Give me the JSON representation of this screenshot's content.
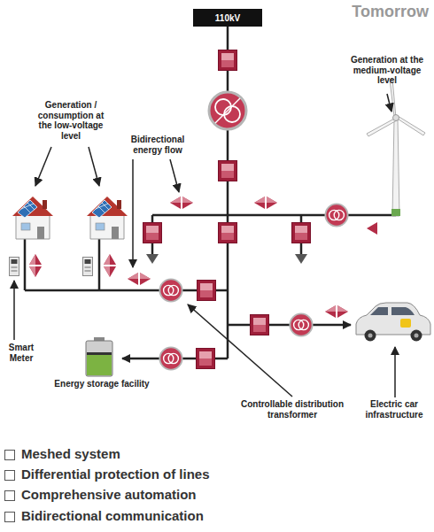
{
  "diagram": {
    "title": "Tomorrow",
    "nodes": [
      {
        "text": [
          "110kV"
        ]
      }
    ],
    "labels": [
      "Generation at the medium-voltage level",
      "Generation / consumption at the low-voltage level",
      "Bidirectional energy flow",
      "Smart Meter",
      "Energy storage facility",
      "Controllable distribution transformer",
      "Electric car infrastructure",
      "Meshed system",
      "Differential protection of lines",
      "Comprehensive automation",
      "Bidirectional communication"
    ]
  }
}
